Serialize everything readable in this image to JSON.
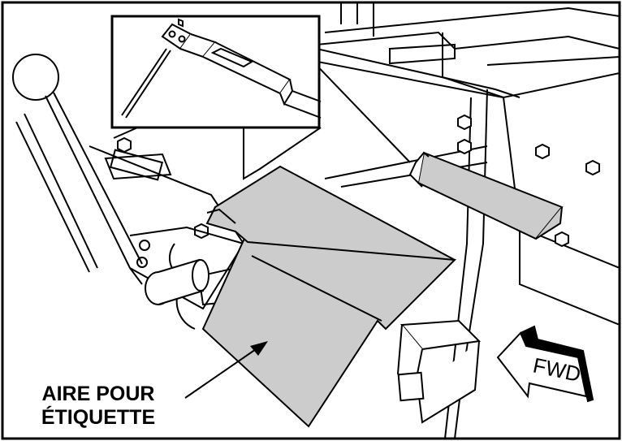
{
  "figure": {
    "label_line_1": "AIRE POUR",
    "label_line_2": "ÉTIQUETTE",
    "fwd_label": "FWD",
    "colors": {
      "line": "#000000",
      "panel_fill": "#cccccc",
      "background": "#ffffff"
    }
  }
}
